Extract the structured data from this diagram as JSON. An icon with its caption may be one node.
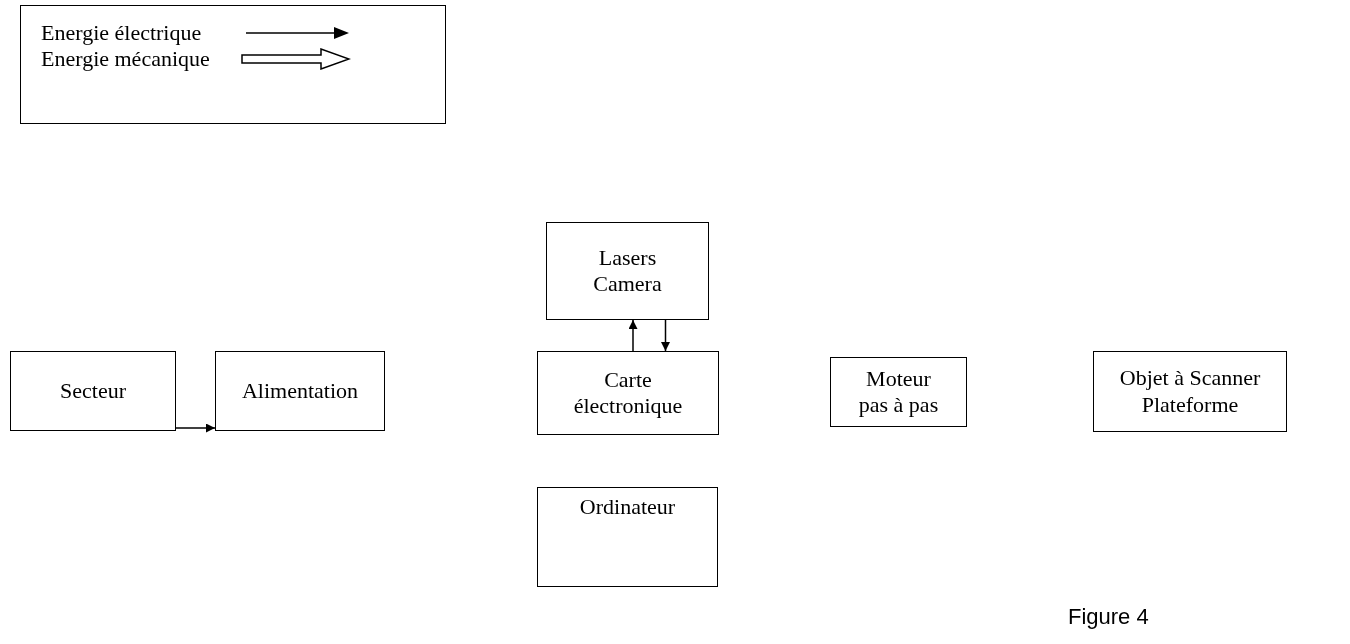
{
  "diagram": {
    "caption": "Figure 4",
    "nodes": [
      {
        "text": [
          "Secteur"
        ]
      },
      {
        "text": [
          "Alimentation"
        ]
      },
      {
        "text": [
          "Lasers Camera"
        ]
      },
      {
        "text": [
          "Carte électronique"
        ]
      },
      {
        "text": [
          "Moteur pas à pas"
        ]
      },
      {
        "text": [
          "Objet à Scanner Plateforme"
        ]
      },
      {
        "text": [
          "Ordinateur"
        ]
      }
    ],
    "edges": [
      {
        "from": 0,
        "to": 1,
        "arrow": "to"
      },
      {
        "from": 3,
        "to": 2,
        "arrow": "to"
      },
      {
        "from": 2,
        "to": 3,
        "arrow": "to"
      }
    ],
    "legend": [
      {
        "text": "Energie électrique"
      },
      {
        "text": "Energie mécanique"
      }
    ]
  }
}
